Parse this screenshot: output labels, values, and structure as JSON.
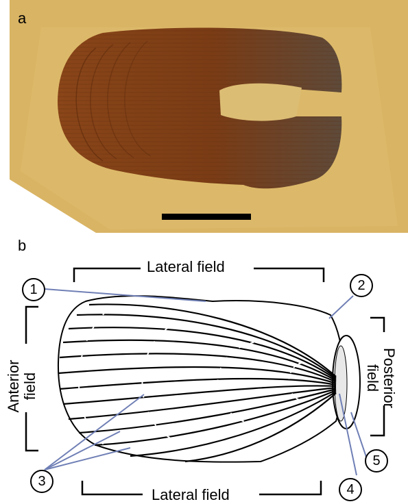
{
  "panels": {
    "a": {
      "label": "a"
    },
    "b": {
      "label": "b"
    }
  },
  "fields": {
    "lateral_top": "Lateral field",
    "lateral_bottom": "Lateral field",
    "anterior_line1": "Anterior",
    "anterior_line2": "field",
    "posterior_line1": "Posterior",
    "posterior_line2": "field"
  },
  "callouts": [
    "1",
    "2",
    "3",
    "4",
    "5"
  ],
  "colors": {
    "matrix": "#d9b464",
    "fossil": "#7a3c15",
    "leader": "#6f7fb5"
  }
}
